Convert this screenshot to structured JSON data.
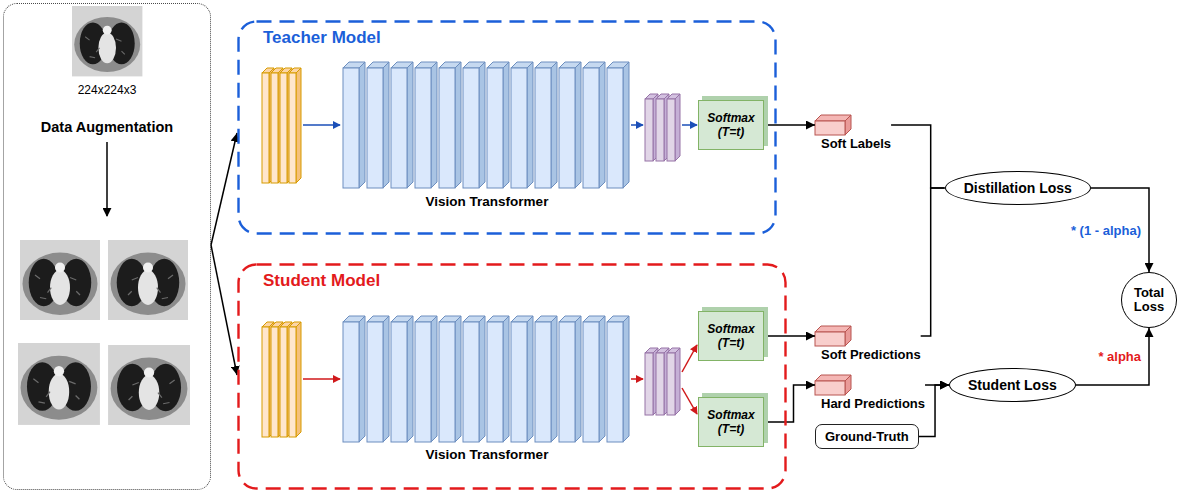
{
  "diagram": {
    "nodes": [
      {
        "text": [
          "224x224x3",
          "Data Augmentation"
        ]
      },
      {
        "text": [
          "Teacher Model"
        ]
      },
      {
        "text": [
          "Softmax (T=t)"
        ],
        "in": 1
      },
      {
        "text": [
          "Student Model"
        ]
      },
      {
        "text": [
          "Softmax (T=t)"
        ],
        "in": 3
      },
      {
        "text": [
          "Softmax (T=t)"
        ],
        "in": 3
      },
      {
        "text": [
          "Soft Labels"
        ]
      },
      {
        "text": [
          "Soft Predictions"
        ]
      },
      {
        "text": [
          "Hard Predictions"
        ]
      },
      {
        "text": [
          "Ground-Truth"
        ]
      },
      {
        "text": [
          "Distillation Loss"
        ]
      },
      {
        "text": [
          "Student Loss"
        ]
      },
      {
        "text": [
          "Total Loss"
        ]
      }
    ],
    "edges": [
      {
        "from": 0,
        "to": 1,
        "arrow": "to"
      },
      {
        "from": 0,
        "to": 3,
        "arrow": "to"
      },
      {
        "from": 2,
        "to": 6,
        "arrow": "to"
      },
      {
        "from": 4,
        "to": 7,
        "arrow": "to"
      },
      {
        "from": 5,
        "to": 8,
        "arrow": "to"
      },
      {
        "from": 6,
        "to": 10,
        "arrow": "none"
      },
      {
        "from": 7,
        "to": 10,
        "arrow": "none"
      },
      {
        "from": 8,
        "to": 11,
        "arrow": "to"
      },
      {
        "from": 9,
        "to": 11,
        "arrow": "to"
      },
      {
        "from": 10,
        "to": 12,
        "arrow": "to",
        "label": "* (1 - alpha)"
      },
      {
        "from": 11,
        "to": 12,
        "arrow": "to",
        "label": "* alpha"
      }
    ],
    "labels": [
      "Vision Transformer",
      "Vision Transformer"
    ]
  }
}
